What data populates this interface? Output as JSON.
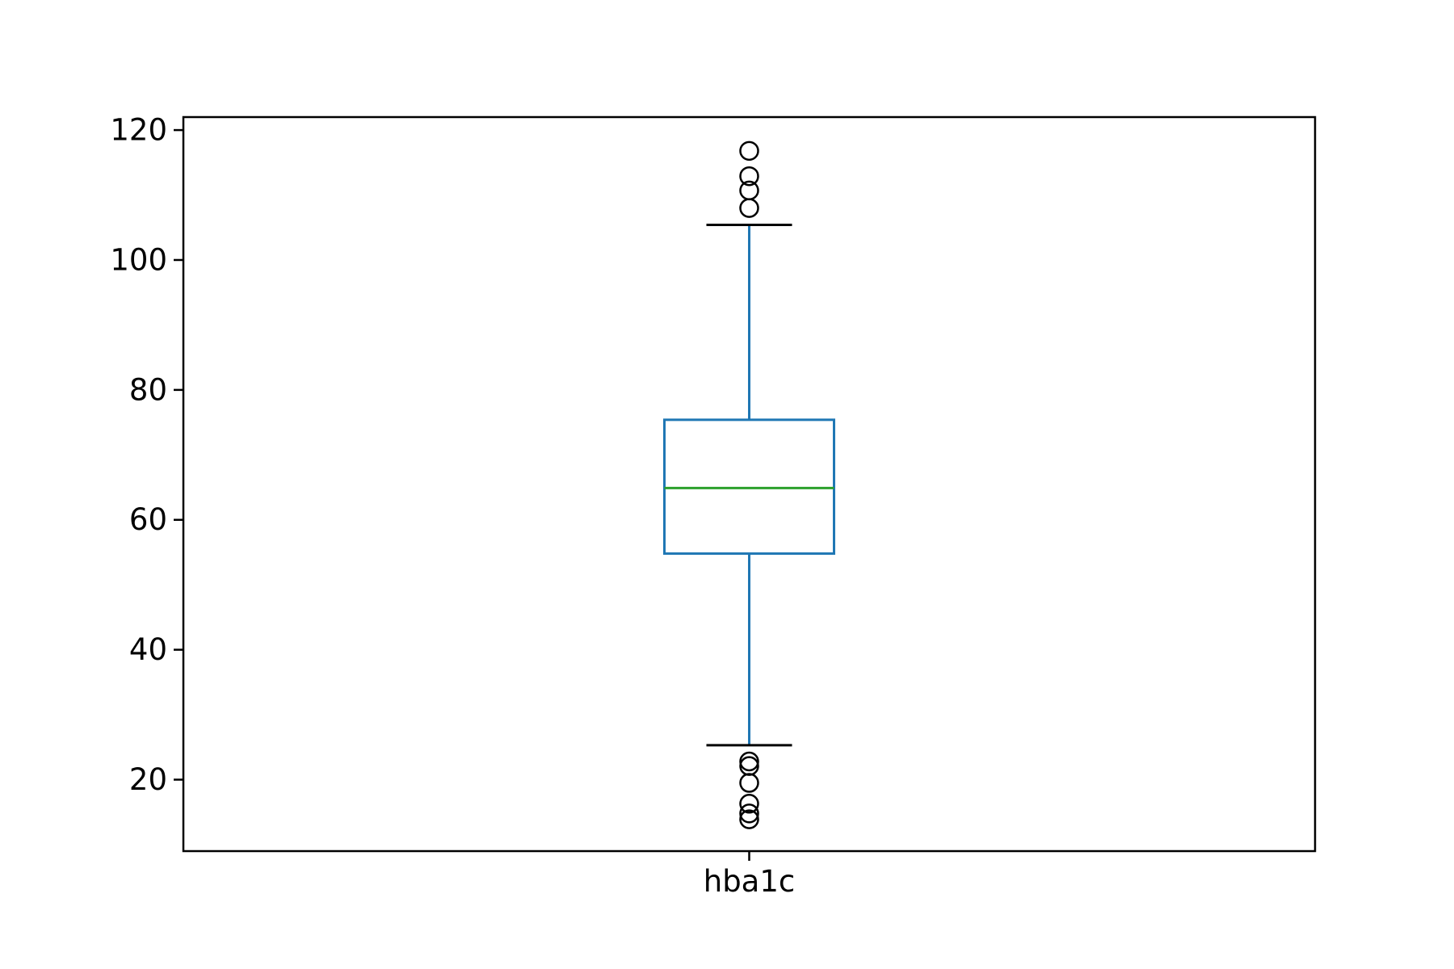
{
  "chart_data": {
    "type": "box",
    "title": "",
    "xlabel": "",
    "ylabel": "",
    "categories": [
      "hba1c"
    ],
    "ylim": [
      9,
      122
    ],
    "yticks": [
      20,
      40,
      60,
      80,
      100,
      120
    ],
    "grid": false,
    "boxes": [
      {
        "category": "hba1c",
        "whisker_low": 25.3,
        "q1": 54.8,
        "median": 64.9,
        "q3": 75.4,
        "whisker_high": 105.4,
        "outliers": [
          108.0,
          110.7,
          112.9,
          116.8,
          13.9,
          14.8,
          16.3,
          19.5,
          22.1,
          22.8
        ]
      }
    ],
    "colors": {
      "box": "#1f77b4",
      "whisker": "#1f77b4",
      "cap": "#000000",
      "median": "#2ca02c",
      "outlier": "#000000",
      "axes": "#000000"
    }
  }
}
